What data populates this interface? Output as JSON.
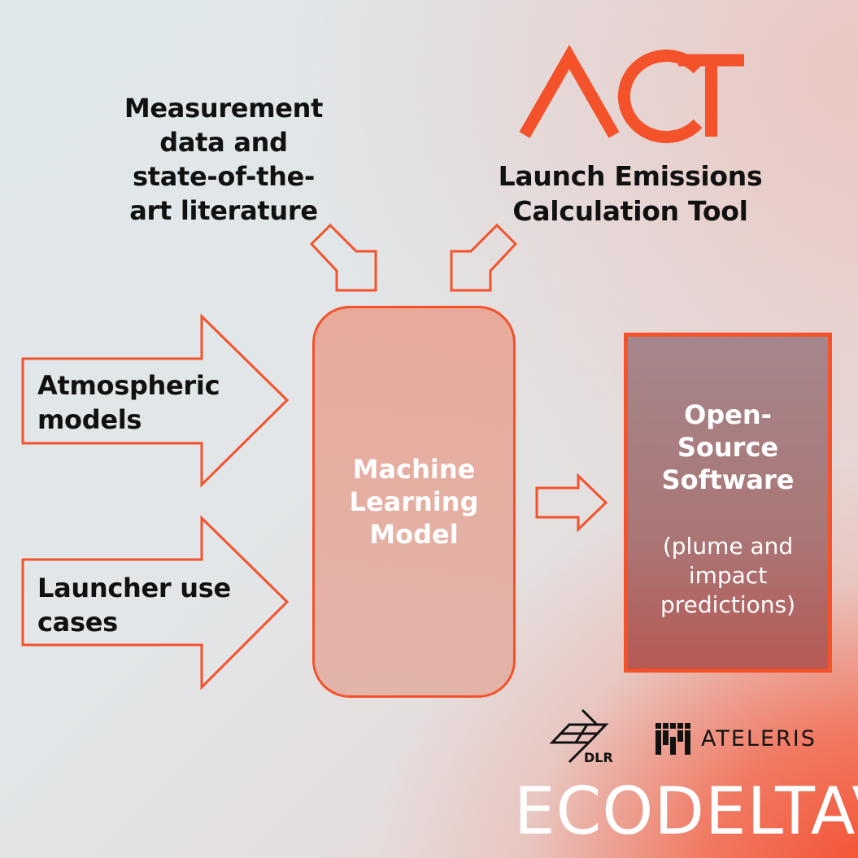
{
  "colors": {
    "accent": "#f3522b",
    "dark_text": "#111111",
    "light_text": "#ffffff"
  },
  "logo": {
    "text": "ACT",
    "icon": "act-logo"
  },
  "subtitle": "Launch Emissions Calculation Tool",
  "inputs": {
    "measurement": "Measurement data and state-of-the-art literature",
    "atmospheric": "Atmospheric models",
    "launcher": "Launcher use cases"
  },
  "ml_box": {
    "label": "Machine\nLearning\nModel"
  },
  "output_box": {
    "title": "Open-\nSource\nSoftware",
    "subtitle": "(plume and\nimpact\npredictions)"
  },
  "partners": {
    "dlr": "DLR",
    "ateleris": "ATELERIS",
    "ecodelta": "ECODELTAV"
  }
}
